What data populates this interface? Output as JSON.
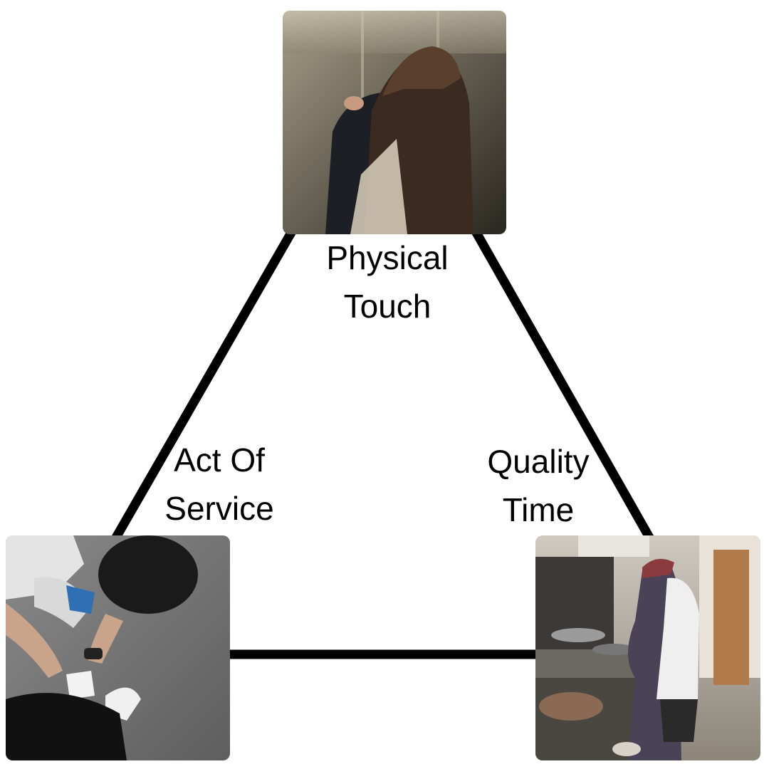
{
  "diagram": {
    "nodes": [
      {
        "id": "top",
        "label_lines": [
          "Physical",
          "Touch"
        ]
      },
      {
        "id": "bottom-left",
        "label_lines": [
          "Act Of",
          "Service"
        ]
      },
      {
        "id": "bottom-right",
        "label_lines": [
          "Quality",
          "Time"
        ]
      }
    ],
    "edge_color": "#000000"
  }
}
